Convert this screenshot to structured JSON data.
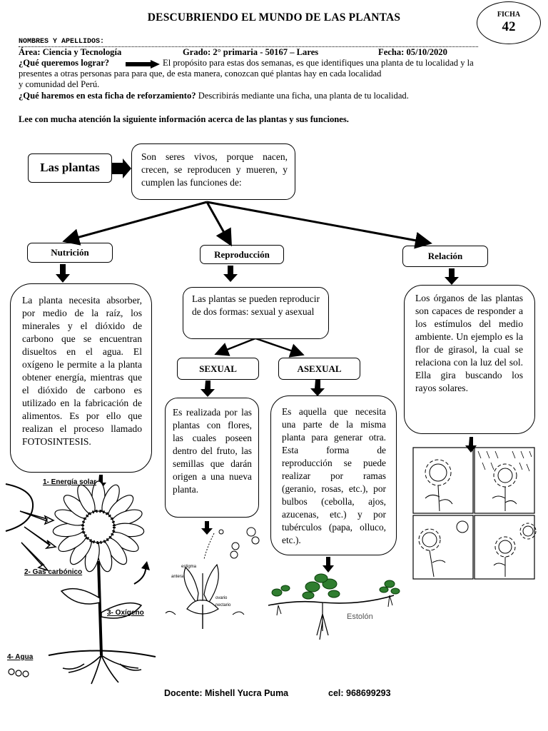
{
  "header": {
    "title": "DESCUBRIENDO EL MUNDO DE LAS PLANTAS",
    "ficha_label": "FICHA",
    "ficha_number": "42",
    "names_label": "NOMBRES Y APELLIDOS:",
    "area": "Área: Ciencia y Tecnología",
    "grado": "Grado: 2° primaria - 50167 – Lares",
    "fecha": "Fecha: 05/10/2020",
    "lograr_q": "¿Qué queremos lograr?",
    "lograr_1": "El propósito para estas dos semanas, es que identifiques una planta de tu localidad y la",
    "lograr_2": "presentes a otras personas para para que, de esta manera, conozcan qué plantas hay en cada localidad",
    "lograr_3": "y comunidad del Perú.",
    "haremos_q": "¿Qué haremos en esta ficha de reforzamiento?",
    "haremos_a": "Describirás mediante una ficha, una planta de tu localidad.",
    "instruction": "Lee con mucha atención la siguiente información acerca de las plantas y sus funciones."
  },
  "map": {
    "root": "Las plantas",
    "definition": "Son seres vivos, porque nacen, crecen, se reproducen y mueren, y cumplen las funciones de:",
    "nutricion": {
      "title": "Nutrición",
      "text": "La planta necesita absorber, por medio de la raíz, los minerales y el dióxido de carbono que se encuentran disueltos en el agua. El oxígeno le permite a la planta obtener energía, mientras que el dióxido de carbono es utilizado en la fabricación de alimentos. Es por ello que realizan el proceso llamado FOTOSINTESIS."
    },
    "reproduccion": {
      "title": "Reproducción",
      "text": "Las plantas se pueden reproducir de dos formas: sexual y asexual",
      "sexual": {
        "title": "SEXUAL",
        "text": "Es realizada por las plantas con flores, las cuales poseen dentro del fruto, las semillas que darán origen a una nueva planta."
      },
      "asexual": {
        "title": "ASEXUAL",
        "text": "Es aquella que necesita una parte de la misma planta para generar otra. Esta forma de reproducción se puede realizar por ramas (geranio, rosas, etc.), por bulbos (cebolla, ajos, azucenas, etc.) y por tubérculos (papa, olluco, etc.)."
      }
    },
    "relacion": {
      "title": "Relación",
      "text": "Los órganos de las plantas son capaces de responder a los estímulos del medio ambiente. Un ejemplo es la flor de girasol, la cual se relaciona con la luz del sol. Ella gira buscando los rayos solares."
    }
  },
  "illustrations": {
    "photosynthesis_labels": [
      "1- Energía solar",
      "2- Gas carbónico",
      "3- Oxígeno",
      "4- Agua"
    ],
    "flower_labels": [
      "estigma",
      "antera",
      "ovario",
      "nectario"
    ],
    "stolon_label": "Estolón"
  },
  "footer": {
    "docente": "Docente: Mishell Yucra Puma",
    "cel": "cel: 968699293"
  }
}
